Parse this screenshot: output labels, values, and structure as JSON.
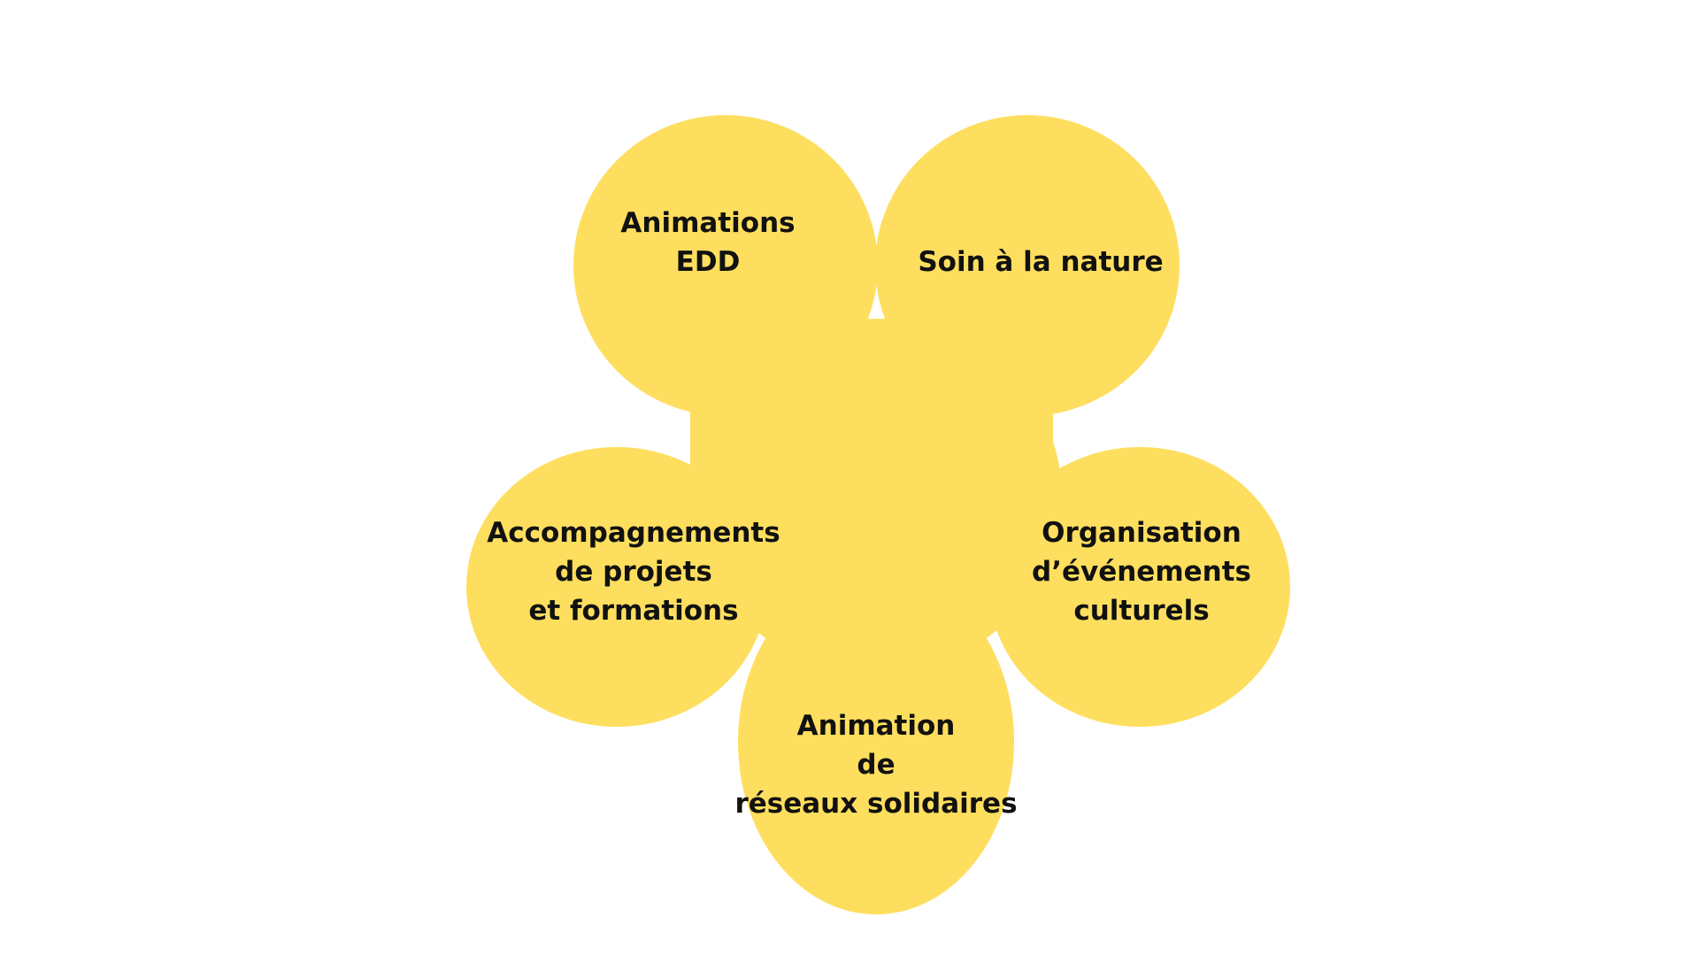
{
  "colors": {
    "background": "#ffffff",
    "petal": "#fede5e",
    "text": "#111111"
  },
  "petals": [
    {
      "id": "animations-edd",
      "lines": [
        "Animations",
        "EDD"
      ]
    },
    {
      "id": "soin-nature",
      "lines": [
        "Soin à la nature"
      ]
    },
    {
      "id": "accompagnements",
      "lines": [
        "Accompagnements",
        "de projets",
        "et formations"
      ]
    },
    {
      "id": "organisation",
      "lines": [
        "Organisation",
        "d’événements",
        "culturels"
      ]
    },
    {
      "id": "reseaux",
      "lines": [
        "Animation",
        "de",
        "réseaux solidaires"
      ]
    }
  ]
}
